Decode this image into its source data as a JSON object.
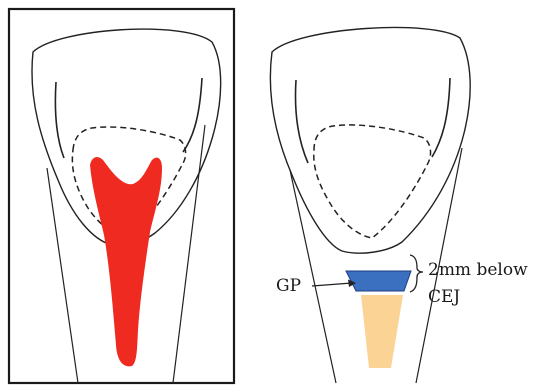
{
  "left_panel": {
    "name": "tooth-before-bleaching",
    "colors": {
      "outline": "#222222",
      "frame": "#1a1a1a",
      "stain": "#ee2a21"
    }
  },
  "right_panel": {
    "name": "tooth-with-cervical-barrier",
    "colors": {
      "outline": "#222222",
      "barrier": "#3b6fc0",
      "gutta_percha": "#fbd394"
    },
    "labels": {
      "gp": "GP",
      "depth_line1": "2mm below",
      "depth_line2": "CEJ"
    }
  }
}
